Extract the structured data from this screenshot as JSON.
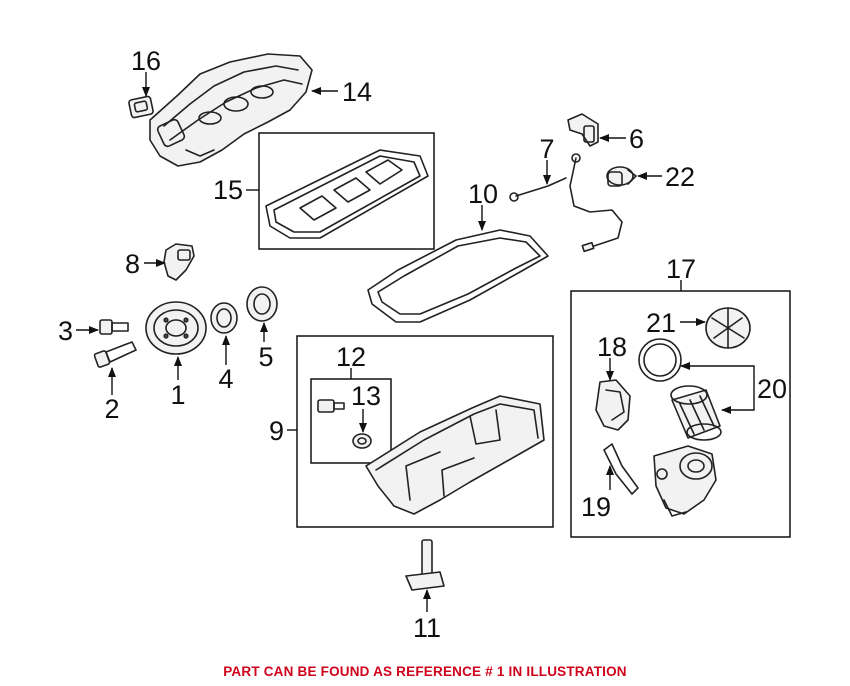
{
  "callouts": {
    "c1": "1",
    "c2": "2",
    "c3": "3",
    "c4": "4",
    "c5": "5",
    "c6": "6",
    "c7": "7",
    "c8": "8",
    "c9": "9",
    "c10": "10",
    "c11": "11",
    "c12": "12",
    "c13": "13",
    "c14": "14",
    "c15": "15",
    "c16": "16",
    "c17": "17",
    "c18": "18",
    "c19": "19",
    "c20": "20",
    "c21": "21",
    "c22": "22"
  },
  "footer": {
    "note": "PART CAN BE FOUND AS REFERENCE # 1 IN ILLUSTRATION"
  },
  "colors": {
    "note_text": "#d0021b",
    "line": "#222222",
    "background": "#ffffff"
  }
}
